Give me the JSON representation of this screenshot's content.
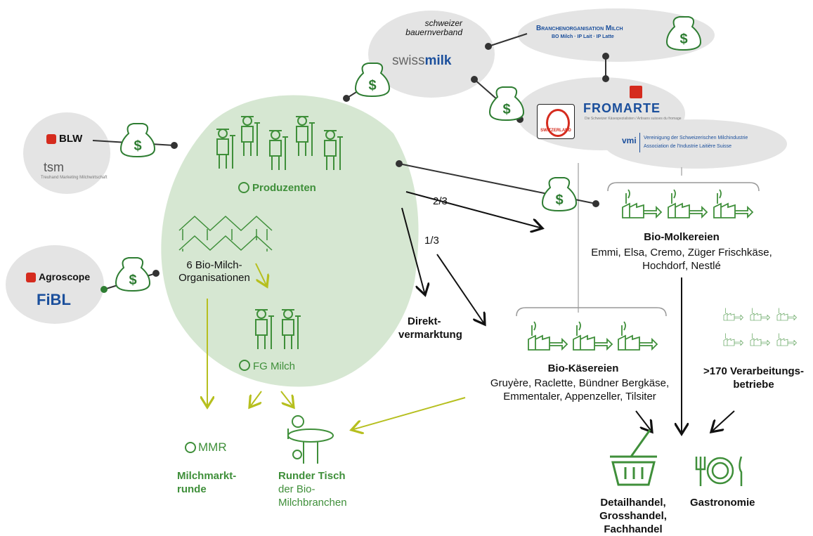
{
  "colors": {
    "green": "#3f8f3a",
    "light_green_bg": "#d6e7d2",
    "olive_arrow": "#b6bf1e",
    "gray_ellipse": "#e4e4e4",
    "dark_line": "#444444",
    "swiss_red": "#d52b1e",
    "swissmilk_blue": "#1b4f9c"
  },
  "actors": {
    "blw": "BLW",
    "tsm": "tsm",
    "tsm_sub": "Treuhand Marketing Milchwirtschaft",
    "agroscope": "Agroscope",
    "fibl": "FiBL",
    "sbv_line1": "schweizer",
    "sbv_line2": "bauernverband",
    "swissmilk_light": "swiss",
    "swissmilk_bold": "milk",
    "bo_title": "Branchenorganisation Milch",
    "bo_sub": "BO Milch · IP Lait · IP Latte",
    "fromarte": "FROMARTE",
    "fromarte_sub": "Die Schweizer Käsespezialisten / Artisans suisses du fromage",
    "switzerland_cheese": "SWITZERLAND",
    "vmi_abbr": "vmi",
    "vmi_line1": "Vereinigung der Schweizerischen Milchindustrie",
    "vmi_line2": "Association de l'Industrie Laitière Suisse"
  },
  "nodes": {
    "produzenten": "Produzenten",
    "bio_orgs_line1": "6 Bio-Milch-",
    "bio_orgs_line2": "Organisationen",
    "fg_milch": "FG Milch",
    "direkt_line1": "Direkt-",
    "direkt_line2": "vermarktung",
    "molkereien_title": "Bio-Molkereien",
    "molkereien_line1": "Emmi, Elsa, Cremo, Züger Frischkäse,",
    "molkereien_line2": "Hochdorf, Nestlé",
    "kaesereien_title": "Bio-Käsereien",
    "kaesereien_line1": "Gruyère, Raclette, Bündner Bergkäse,",
    "kaesereien_line2": "Emmentaler, Appenzeller, Tilsiter",
    "verarb_line1": ">170 Verarbeitungs-",
    "verarb_line2": "betriebe",
    "mmr": "MMR",
    "mmr_line1": "Milchmarkt-",
    "mmr_line2": "runde",
    "runder_tisch": "Runder Tisch",
    "runder_sub1": "der Bio-",
    "runder_sub2": "Milchbranchen",
    "handel_line1": "Detailhandel,",
    "handel_line2": "Grosshandel,",
    "handel_line3": "Fachhandel",
    "gastronomie": "Gastronomie"
  },
  "flows": {
    "share_molkereien": "2/3",
    "share_kaesereien": "1/3"
  },
  "icons": {
    "money_bag": "money-bag-icon",
    "farmer": "farmer-icon",
    "factory": "factory-icon",
    "houses": "houses-icon",
    "bio_bud": "bio-bud-icon",
    "round_table": "round-table-icon",
    "basket": "basket-icon",
    "cutlery": "cutlery-icon"
  }
}
